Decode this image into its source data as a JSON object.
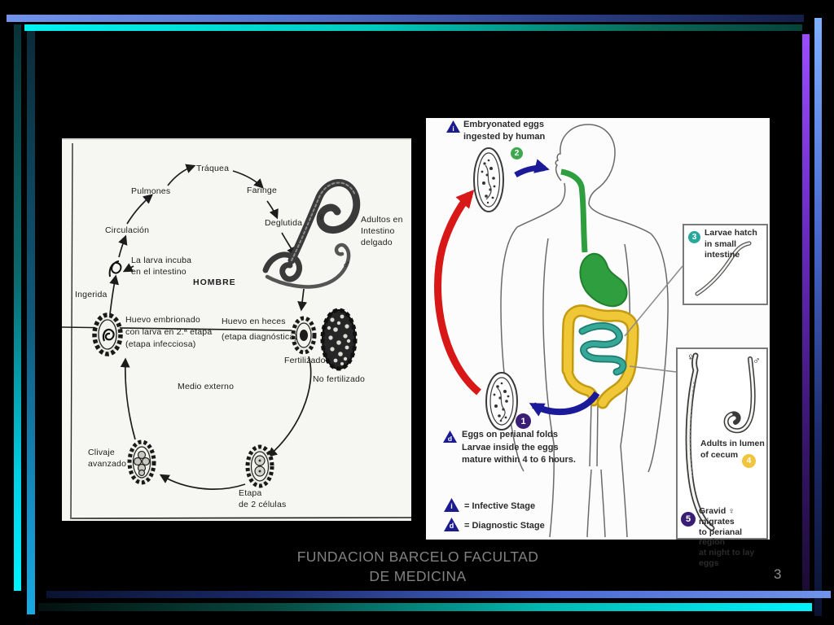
{
  "slide": {
    "footer": "FUNDACION BARCELO FACULTAD\nDE MEDICINA",
    "page_number": "3"
  },
  "colors": {
    "background": "#000000",
    "bar_blue": "#5273cc",
    "bar_cyan": "#00e8f0",
    "bar_purple": "#8a3af0",
    "bar_lightblue": "#7fb0ff",
    "arrow_blue": "#1b1b9a",
    "arrow_red": "#d81717",
    "badge_green": "#3fa84f",
    "badge_teal": "#28a79b",
    "badge_yellow": "#f0c43c",
    "badge_purple": "#3a1d75",
    "stomach_green": "#2f9e3f",
    "colon_yellow": "#f0c837",
    "small_intestine_teal": "#36a897"
  },
  "ascaris": {
    "traquea": "Tráquea",
    "pulmones": "Pulmones",
    "faringe": "Faringe",
    "circulacion": "Circulación",
    "deglutida": "Deglutida",
    "larva_incuba": "La larva incuba\nen el intestino",
    "hombre": "HOMBRE",
    "ingerida": "Ingerida",
    "adultos": "Adultos en\nIntestino\ndelgado",
    "female": "♀",
    "male": "♂",
    "huevo_embrionado": "Huevo embrionado\ncon larva en 2.ª etapa\n(etapa infecciosa)",
    "huevo_heces": "Huevo en heces\n(etapa diagnóstica)",
    "fertilizado": "Fertilizado",
    "no_fertilizado": "No fertilizado",
    "medio_externo": "Medio externo",
    "clivaje": "Clivaje\navanzado",
    "dos_celulas": "Etapa\nde 2 células"
  },
  "enterobius": {
    "step2_label": "Embryonated eggs\ningested by human",
    "step2_num": "2",
    "step3_label": "Larvae hatch\nin small intestine",
    "step3_num": "3",
    "step4_label": "Adults in lumen\nof cecum",
    "step4_num": "4",
    "step5_label": "Gravid ♀ migrates\nto perianal region\nat night to lay eggs",
    "step5_num": "5",
    "step1_num": "1",
    "stepd_label": "Eggs on perianal folds\nLarvae inside the eggs\nmature within 4 to 6 hours.",
    "legend_infective": "= Infective Stage",
    "legend_diagnostic": "= Diagnostic Stage",
    "triangle_i": "i",
    "triangle_d": "d",
    "female": "♀",
    "male": "♂"
  }
}
